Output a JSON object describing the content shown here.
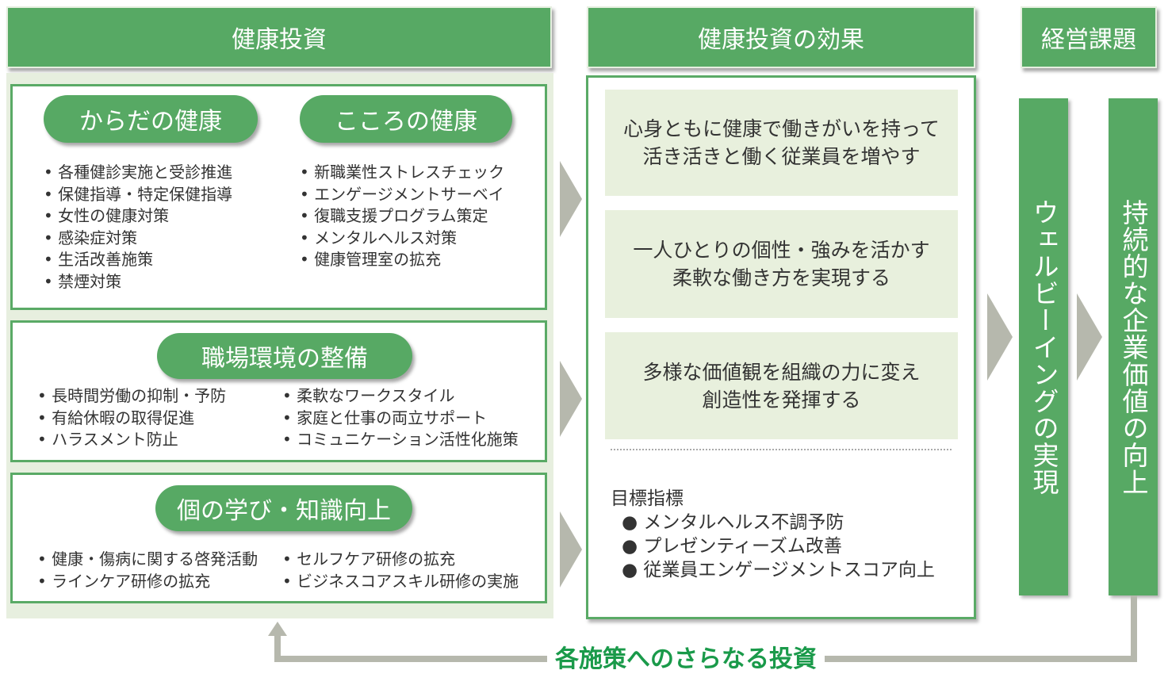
{
  "headers": {
    "investment": "健康投資",
    "effect": "健康投資の効果",
    "issue": "経営課題"
  },
  "groups": {
    "body": {
      "title": "からだの健康",
      "items": [
        "各種健診実施と受診推進",
        "保健指導・特定保健指導",
        "女性の健康対策",
        "感染症対策",
        "生活改善施策",
        "禁煙対策"
      ]
    },
    "mind": {
      "title": "こころの健康",
      "items": [
        "新職業性ストレスチェック",
        "エンゲージメントサーベイ",
        "復職支援プログラム策定",
        "メンタルヘルス対策",
        "健康管理室の拡充"
      ]
    },
    "workplace": {
      "title": "職場環境の整備",
      "left": [
        "長時間労働の抑制・予防",
        "有給休暇の取得促進",
        "ハラスメント防止"
      ],
      "right": [
        "柔軟なワークスタイル",
        "家庭と仕事の両立サポート",
        "コミュニケーション活性化施策"
      ]
    },
    "learning": {
      "title": "個の学び・知識向上",
      "left": [
        "健康・傷病に関する啓発活動",
        "ラインケア研修の拡充"
      ],
      "right": [
        "セルフケア研修の拡充",
        "ビジネスコアスキル研修の実施"
      ]
    }
  },
  "effects": [
    {
      "line1": "心身ともに健康で働きがいを持って",
      "line2": "活き活きと働く従業員を増やす"
    },
    {
      "line1": "一人ひとりの個性・強みを活かす",
      "line2": "柔軟な働き方を実現する"
    },
    {
      "line1": "多様な価値観を組織の力に変え",
      "line2": "創造性を発揮する"
    }
  ],
  "kpi": {
    "title": "目標指標",
    "items": [
      "メンタルヘルス不調予防",
      "プレゼンティーズム改善",
      "従業員エンゲージメントスコア向上"
    ]
  },
  "wellbeing": "ウェルビーイングの実現",
  "corporate_value": "持続的な企業価値の向上",
  "feedback": "各施策へのさらなる投資",
  "colors": {
    "green": "#57a964",
    "light": "#e7efdf",
    "gray": "#b6b8ad",
    "text_green": "#1a9a4a"
  }
}
